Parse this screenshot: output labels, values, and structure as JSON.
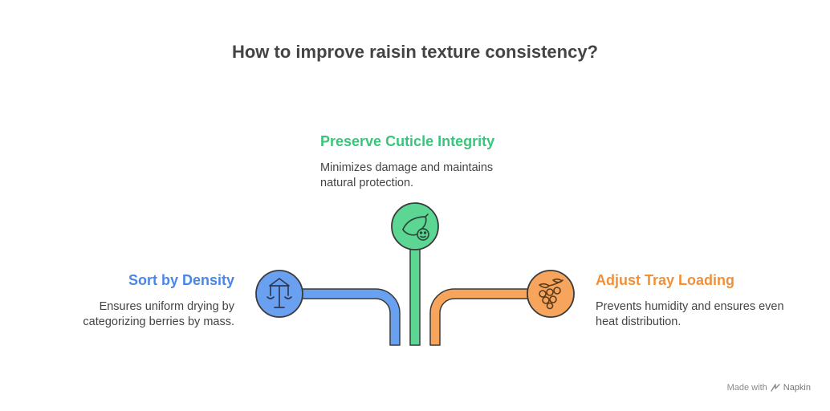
{
  "title": "How to improve raisin texture consistency?",
  "items": [
    {
      "heading": "Sort by Density",
      "description": "Ensures uniform drying by categorizing berries by mass.",
      "color": "#4A86E8",
      "icon": "carousel-scale-icon"
    },
    {
      "heading": "Preserve Cuticle Integrity",
      "description": "Minimizes damage and maintains natural protection.",
      "color": "#3CC47C",
      "icon": "grape-skin-icon"
    },
    {
      "heading": "Adjust Tray Loading",
      "description": "Prevents humidity and ensures even heat distribution.",
      "color": "#F0913A",
      "icon": "berry-cluster-icon"
    }
  ],
  "colors": {
    "left_fill": "#6AA0F0",
    "mid_fill": "#5BD693",
    "right_fill": "#F7A55C",
    "outline": "#3a3a3a",
    "text": "#444444"
  },
  "footer": {
    "made_with": "Made with",
    "brand": "Napkin"
  }
}
